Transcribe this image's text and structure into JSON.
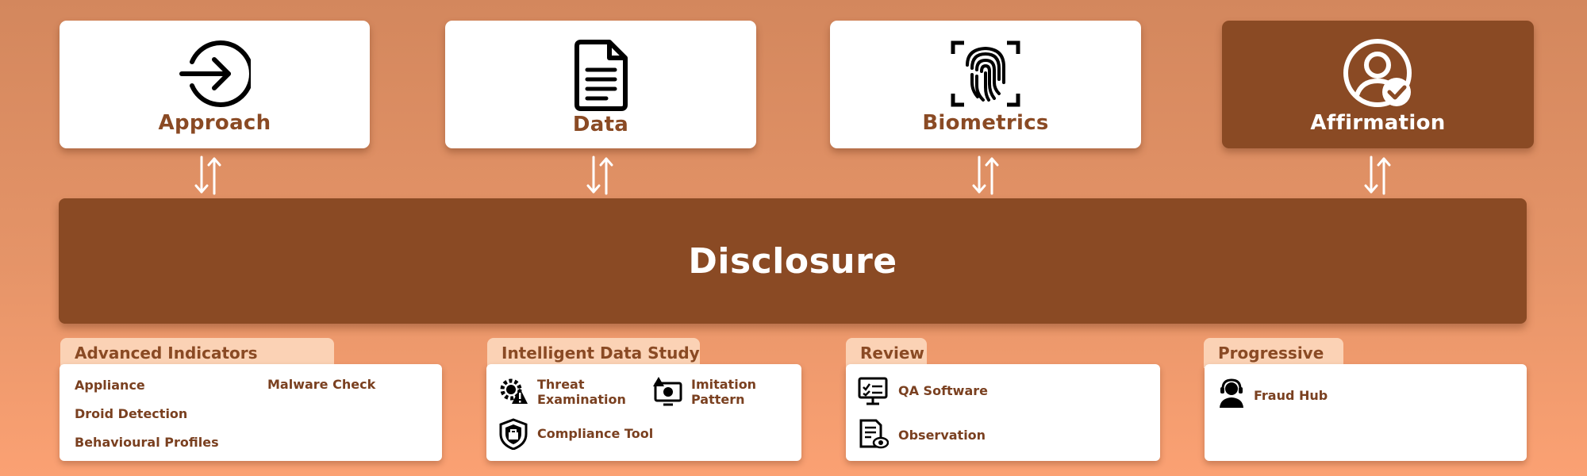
{
  "top_cards": [
    {
      "label": "Approach",
      "icon": "login-arrow-icon"
    },
    {
      "label": "Data",
      "icon": "document-icon"
    },
    {
      "label": "Biometrics",
      "icon": "fingerprint-icon"
    },
    {
      "label": "Affirmation",
      "icon": "verified-user-icon"
    }
  ],
  "center": {
    "label": "Disclosure"
  },
  "sections": [
    {
      "tab": "Advanced Indicators",
      "items": [
        "Appliance",
        "Malware Check",
        "Droid Detection",
        "Behavioural Profiles"
      ]
    },
    {
      "tab": "Intelligent Data Study",
      "items": [
        "Threat Examination",
        "Imitation Pattern",
        "Compliance Tool"
      ]
    },
    {
      "tab": "Review",
      "items": [
        "QA Software",
        "Observation"
      ]
    },
    {
      "tab": "Progressive",
      "items": [
        "Fraud Hub"
      ]
    }
  ],
  "colors": {
    "brown": "#8a4a24",
    "tab": "#fbd2b5",
    "white": "#ffffff"
  }
}
